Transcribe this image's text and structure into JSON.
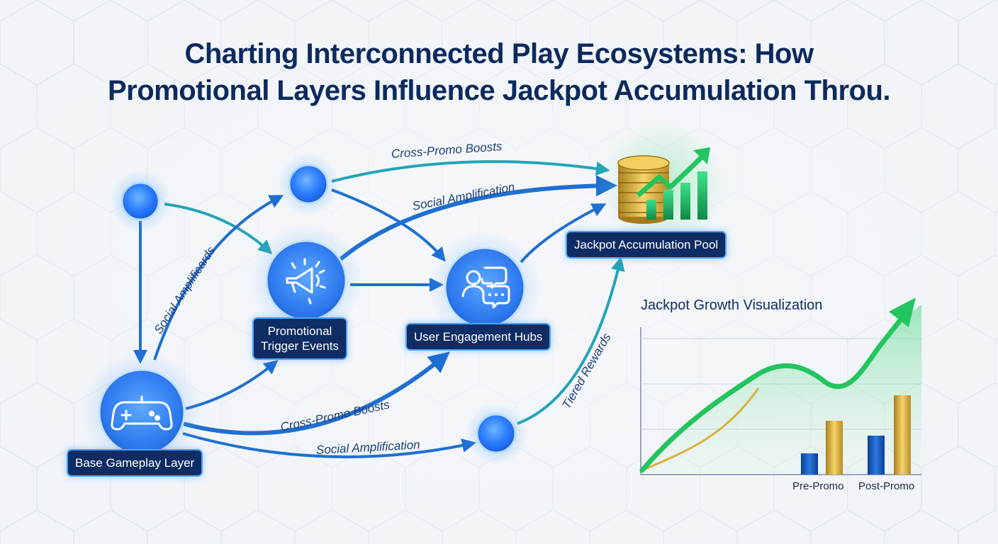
{
  "title": {
    "line1": "Charting Interconnected Play Ecosystems: How",
    "line2": "Promotional Layers Influence Jackpot Accumulation Throu."
  },
  "nodes": {
    "base_gameplay": "Base Gameplay Layer",
    "promotional_trigger": [
      "Promotional",
      "Trigger Events"
    ],
    "user_engagement": "User Engagement Hubs",
    "jackpot_pool": "Jackpot Accumulation Pool"
  },
  "edge_labels": {
    "cross_promo_top": "Cross-Promo Boosts",
    "social_amp_top": "Social Amplification",
    "social_amplificards": "Social Amplificards",
    "cross_promo_bottom": "Cross-Promo Boosts",
    "social_amp_bottom": "Social Amplification",
    "tiered_rewards": "Tiered Rewards"
  },
  "chart": {
    "title": "Jackpot Growth Visualization",
    "bar_categories": [
      "Pre-Promo",
      "Post-Promo"
    ]
  },
  "colors": {
    "title": "#0d2a5e",
    "node_blue": "#2a7bff",
    "edge_teal": "#24a4b8",
    "edge_blue": "#1f6fd1",
    "growth_green": "#22c55e",
    "gold": "#d9b13b"
  },
  "icons": [
    "gamepad-icon",
    "megaphone-icon",
    "chat-users-icon",
    "coin-stack-icon",
    "growth-arrow-icon"
  ]
}
